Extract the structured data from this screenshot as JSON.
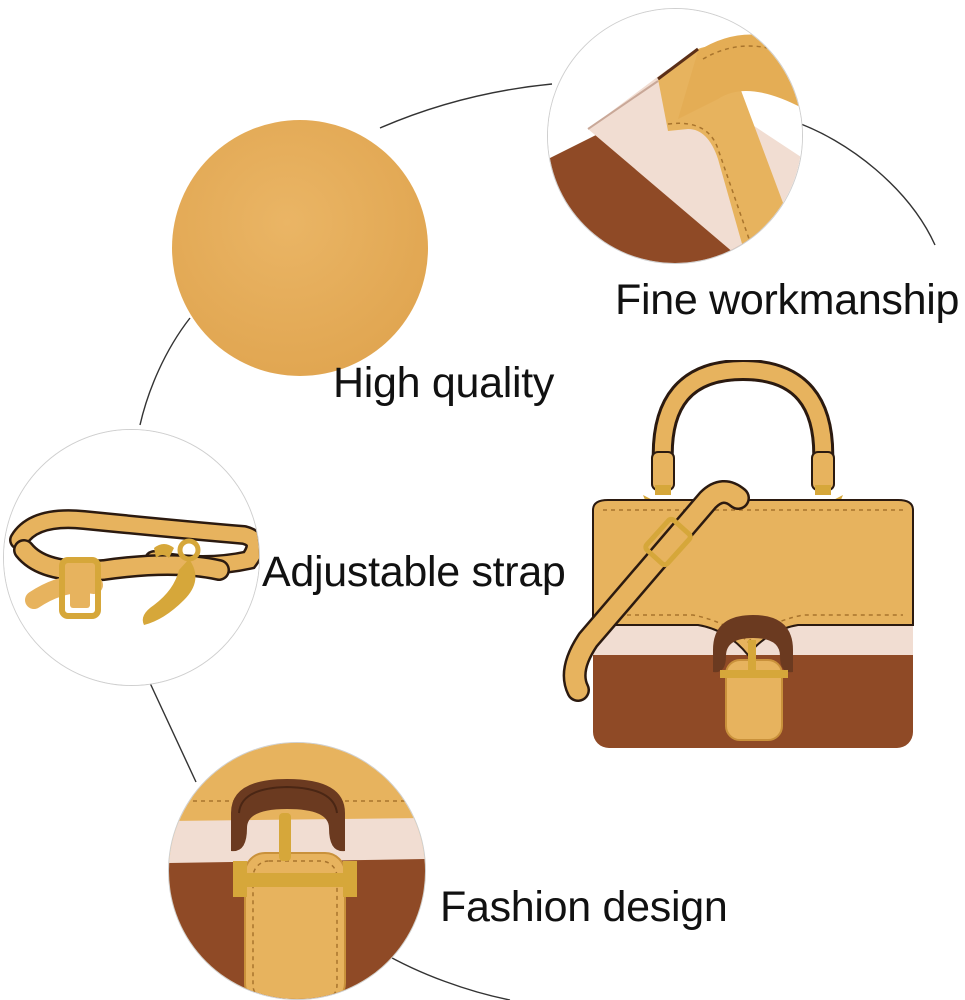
{
  "features": [
    {
      "id": "workmanship",
      "label": "Fine workmanship",
      "icon": "stitched-edge-closeup"
    },
    {
      "id": "quality",
      "label": "High quality",
      "icon": "leather-swatch"
    },
    {
      "id": "strap",
      "label": "Adjustable strap",
      "icon": "shoulder-strap"
    },
    {
      "id": "fashion",
      "label": "Fashion design",
      "icon": "wooden-buckle-closeup"
    }
  ],
  "colors": {
    "mustard": "#e7b35e",
    "mustard_dark": "#c9913b",
    "blush": "#f1ddd2",
    "brown": "#8f4a26",
    "wood": "#6b3a20",
    "gold": "#d6a73a",
    "guide_line": "#333333"
  }
}
